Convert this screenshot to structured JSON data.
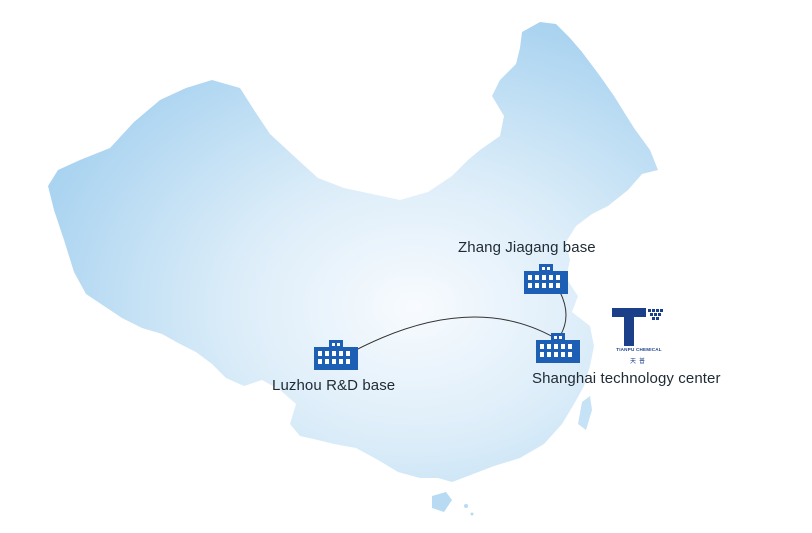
{
  "sites": [
    {
      "name": "Zhang Jiagang base"
    },
    {
      "name": "Luzhou R&D base"
    },
    {
      "name": "Shanghai technology center"
    }
  ],
  "logo": {
    "name_en": "TIANPU CHEMICAL",
    "name_cn": "天普"
  },
  "colors": {
    "map_light": "#eef6fc",
    "map_dark": "#a8d2f0",
    "building": "#1d5fb4",
    "route": "#333333",
    "logo_blue": "#1c3f8a"
  },
  "icons": [
    "building-icon",
    "tianpu-logo"
  ]
}
